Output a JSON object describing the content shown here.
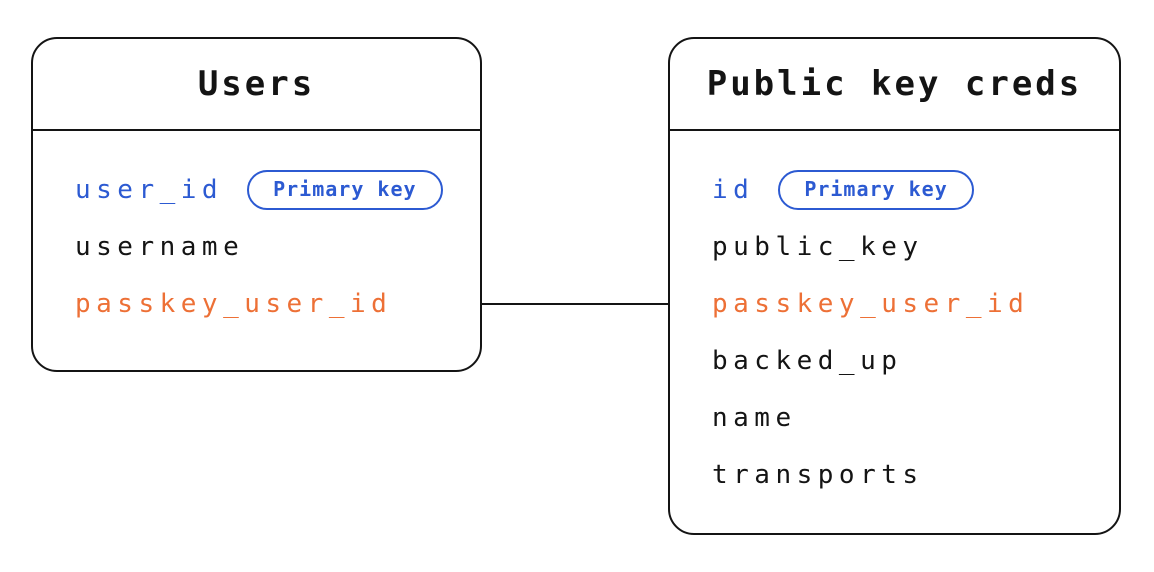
{
  "colors": {
    "background": "#ffffff",
    "line": "#141414",
    "text": "#141414",
    "pk-blue": "#2c5ad2",
    "fk-orange": "#ed7036"
  },
  "tables": [
    {
      "title": "Users",
      "fields": [
        {
          "label": "user_id",
          "role": "primary",
          "badge": "Primary key"
        },
        {
          "label": "username",
          "role": "normal"
        },
        {
          "label": "passkey_user_id",
          "role": "foreign"
        }
      ]
    },
    {
      "title": "Public key creds",
      "fields": [
        {
          "label": "id",
          "role": "primary",
          "badge": "Primary key"
        },
        {
          "label": "public_key",
          "role": "normal"
        },
        {
          "label": "passkey_user_id",
          "role": "foreign"
        },
        {
          "label": "backed_up",
          "role": "normal"
        },
        {
          "label": "name",
          "role": "normal"
        },
        {
          "label": "transports",
          "role": "normal"
        }
      ]
    }
  ],
  "relationship": {
    "from_table": "Users",
    "from_field": "passkey_user_id",
    "to_table": "Public key creds",
    "to_field": "passkey_user_id"
  }
}
